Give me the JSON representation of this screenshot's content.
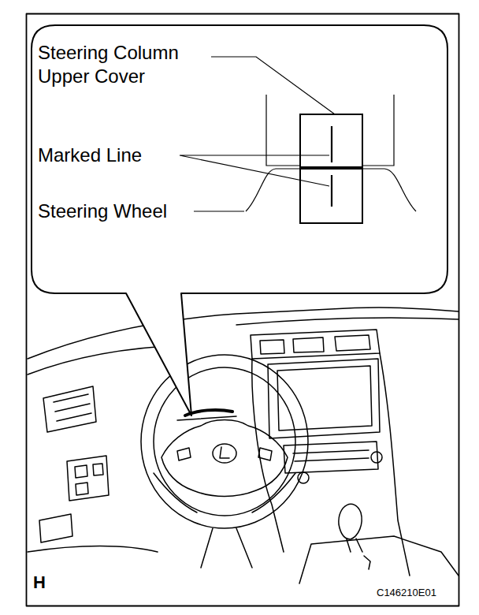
{
  "diagram": {
    "labels": [
      "Steering Column Upper Cover",
      "Marked Line",
      "Steering Wheel",
      "H",
      "C146210E01"
    ]
  }
}
